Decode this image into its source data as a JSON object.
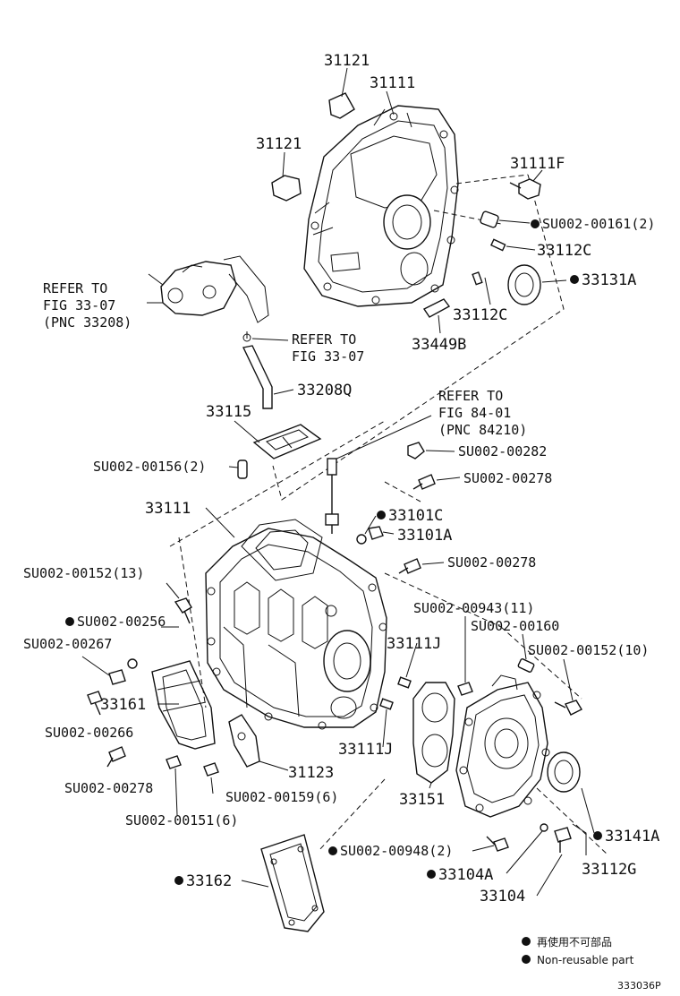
{
  "labels": {
    "p31121_top": "31121",
    "p31111_top": "31111",
    "p31121_left": "31121",
    "p31111F": "31111F",
    "su00161": "SU002-00161(2)",
    "p33112C_a": "33112C",
    "p33131A": "33131A",
    "p33112C_b": "33112C",
    "p33449B": "33449B",
    "refer1": [
      "REFER TO",
      "FIG 33-07",
      "(PNC 33208)"
    ],
    "refer2": [
      "REFER TO",
      "FIG 33-07"
    ],
    "p33208Q": "33208Q",
    "p33115": "33115",
    "refer3": [
      "REFER TO",
      "FIG 84-01",
      "(PNC 84210)"
    ],
    "su00282": "SU002-00282",
    "su00156": "SU002-00156(2)",
    "su00278_a": "SU002-00278",
    "p33111_mid": "33111",
    "p33101C": "33101C",
    "p33101A": "33101A",
    "su00278_b": "SU002-00278",
    "su00152_13": "SU002-00152(13)",
    "su00256": "SU002-00256",
    "su00267": "SU002-00267",
    "su00943": "SU002-00943(11)",
    "su00160": "SU002-00160",
    "su00152_10": "SU002-00152(10)",
    "p33111J_a": "33111J",
    "p33161": "33161",
    "su00266": "SU002-00266",
    "p33111J_b": "33111J",
    "su00278_c": "SU002-00278",
    "p31123": "31123",
    "su00159": "SU002-00159(6)",
    "p33151": "33151",
    "su00151": "SU002-00151(6)",
    "su00948": "SU002-00948(2)",
    "p33141A": "33141A",
    "p33162": "33162",
    "p33104A": "33104A",
    "p33112G": "33112G",
    "p33104": "33104"
  },
  "legend": {
    "jp": "再使用不可部品",
    "en": "Non-reusable part"
  },
  "figure_code": "333036P",
  "colors": {
    "ink": "#111111",
    "background": "#ffffff"
  }
}
